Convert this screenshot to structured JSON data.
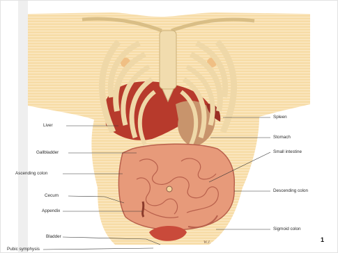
{
  "page_number": "1",
  "colors": {
    "skin": "#f6d79e",
    "skin_light": "#fbe6bd",
    "rib": "#efd8a8",
    "rib_edge": "#cbb07a",
    "liver": "#b73a2c",
    "intestine": "#e79a7a",
    "intestine_edge": "#b8604c",
    "gallbladder": "#2f8f7f",
    "leader": "#333333"
  },
  "labels": {
    "liver": "Liver",
    "gallbladder": "Gallbladder",
    "ascending_colon": "Ascending colon",
    "cecum": "Cecum",
    "appendix": "Appendix",
    "bladder": "Bladder",
    "pubic_symphysis": "Pubic symphysis",
    "spleen": "Spleen",
    "stomach": "Stomach",
    "small_intestine": "Small intestine",
    "descending_colon": "Descending colon",
    "sigmoid_colon": "Sigmoid colon"
  }
}
